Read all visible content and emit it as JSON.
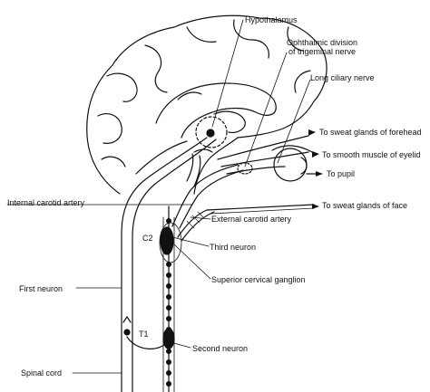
{
  "labels": {
    "hypothalamus": "Hypothalamus",
    "ophthalmic_line1": "Ophthalmic division",
    "ophthalmic_line2": "of trigeminal nerve",
    "long_ciliary": "Long ciliary nerve",
    "forehead": "To sweat glands of forehead",
    "eyelid": "To smooth muscle of eyelid",
    "pupil": "To pupil",
    "internal_carotid": "Internal carotid artery",
    "face": "To sweat glands of face",
    "external_carotid": "External carotid artery",
    "c2": "C2",
    "third_neuron": "Third neuron",
    "superior_cervical": "Superior cervical ganglion",
    "first_neuron": "First neuron",
    "t1": "T1",
    "second_neuron": "Second neuron",
    "spinal_cord": "Spinal cord"
  }
}
